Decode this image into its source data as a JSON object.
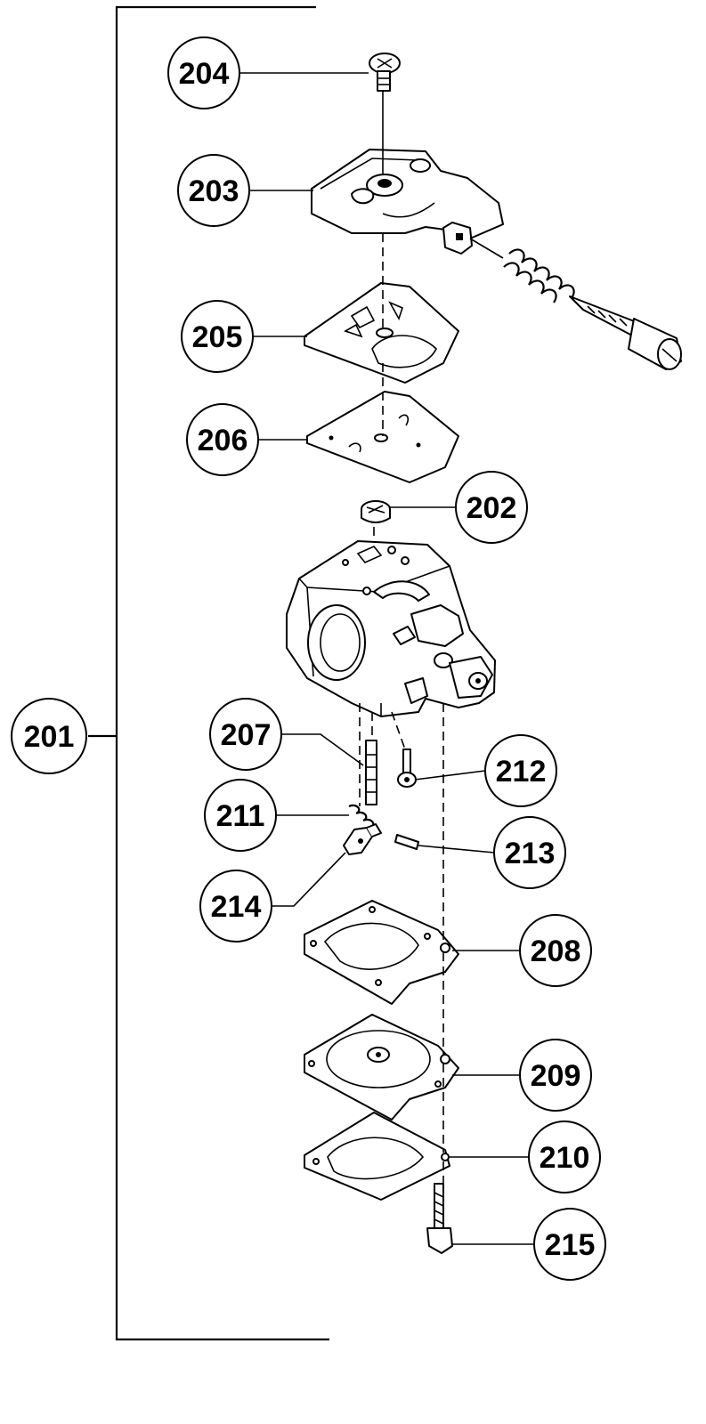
{
  "callouts": [
    {
      "id": "c201",
      "label": "201"
    },
    {
      "id": "c202",
      "label": "202"
    },
    {
      "id": "c203",
      "label": "203"
    },
    {
      "id": "c204",
      "label": "204"
    },
    {
      "id": "c205",
      "label": "205"
    },
    {
      "id": "c206",
      "label": "206"
    },
    {
      "id": "c207",
      "label": "207"
    },
    {
      "id": "c208",
      "label": "208"
    },
    {
      "id": "c209",
      "label": "209"
    },
    {
      "id": "c210",
      "label": "210"
    },
    {
      "id": "c211",
      "label": "211"
    },
    {
      "id": "c212",
      "label": "212"
    },
    {
      "id": "c213",
      "label": "213"
    },
    {
      "id": "c214",
      "label": "214"
    },
    {
      "id": "c215",
      "label": "215"
    }
  ]
}
